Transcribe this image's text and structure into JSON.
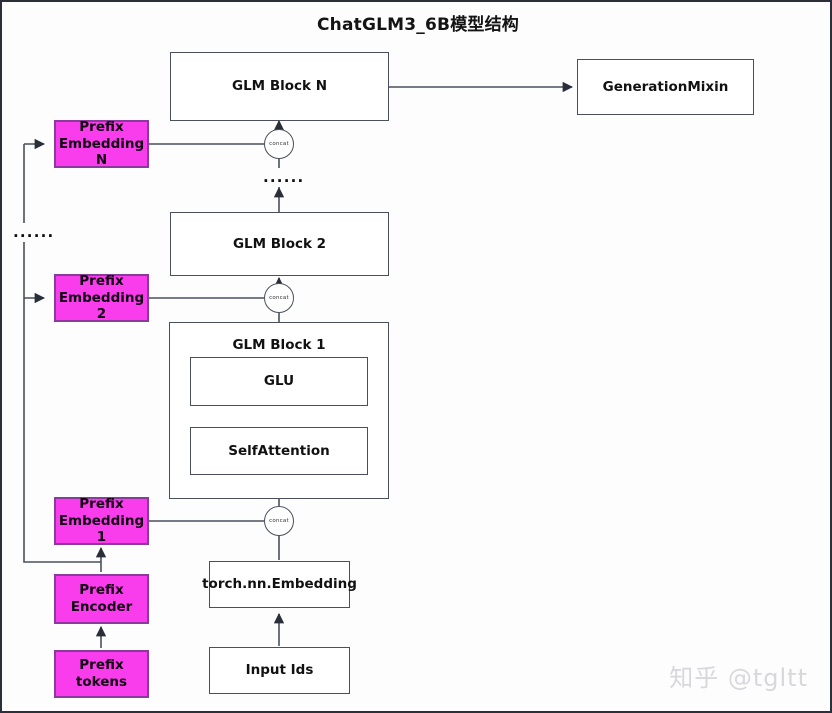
{
  "title": "ChatGLM3_6B模型结构",
  "watermark": "知乎 @tgltt",
  "colors": {
    "prefix_fill": "#f93cec",
    "prefix_border": "#8a3a9c",
    "node_border": "#4a4f5c",
    "node_fill": "#ffffff",
    "canvas_border": "#2b2f3a",
    "text": "#111111",
    "watermark": "#d8d8dc"
  },
  "nodes": {
    "glm_block_n": "GLM Block N",
    "glm_block_2": "GLM Block 2",
    "glm_block_1": "GLM Block 1",
    "generation_mixin": "GenerationMixin",
    "glu": "GLU",
    "self_attention": "SelfAttention",
    "torch_embedding": "torch.nn.Embedding",
    "input_ids": "Input Ids",
    "prefix_embedding_n": "Prefix\nEmbedding N",
    "prefix_embedding_n_line1": "Prefix",
    "prefix_embedding_n_line2": "Embedding N",
    "prefix_embedding_2_line1": "Prefix",
    "prefix_embedding_2_line2": "Embedding 2",
    "prefix_embedding_1_line1": "Prefix",
    "prefix_embedding_1_line2": "Embedding 1",
    "prefix_encoder_line1": "Prefix",
    "prefix_encoder_line2": "Encoder",
    "prefix_tokens": "Prefix tokens"
  },
  "concat_label": "concat",
  "ellipsis_marker": "......",
  "ellipsis": {
    "left_rail": "......",
    "block_stack": "......"
  }
}
